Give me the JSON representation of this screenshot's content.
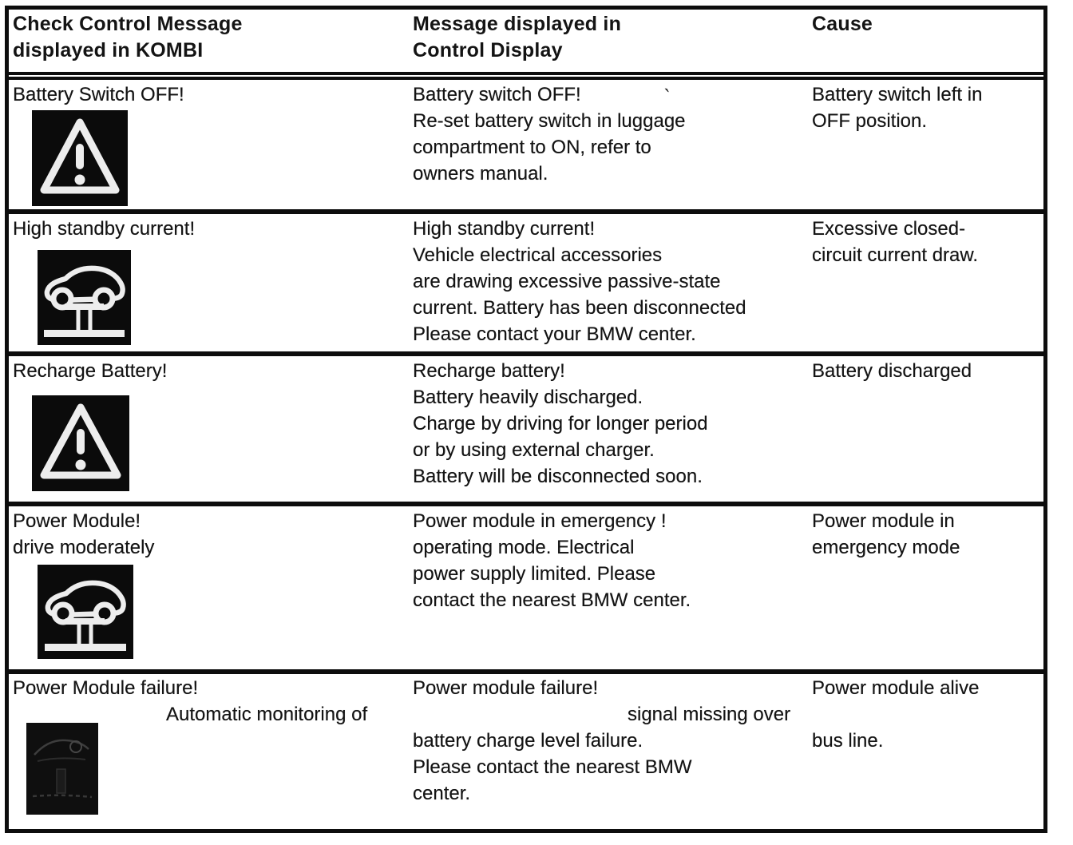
{
  "document": {
    "title_context": "Check Control message table",
    "colors": {
      "page_bg": "#ffffff",
      "ink": "#141414",
      "border": "#0d0d0d",
      "icon_bg": "#0b0b0b",
      "icon_stroke": "#ededed"
    },
    "header": {
      "col1": "Check Control Message\ndisplayed in KOMBI",
      "col2": "Message displayed in\nControl Display",
      "col3": "Cause"
    },
    "rows": [
      {
        "kombi": "Battery Switch OFF!",
        "icon": "warning-triangle-icon",
        "artifact_mark": "`",
        "display": "Battery switch OFF!\nRe-set battery switch in luggage\ncompartment to ON, refer to\nowners manual.",
        "cause": "Battery switch left in\nOFF position."
      },
      {
        "kombi": "High standby current!",
        "icon": "car-on-lift-icon",
        "display": "High standby current!\nVehicle electrical accessories\nare drawing excessive passive-state\ncurrent.  Battery has been disconnected\nPlease contact your BMW center.",
        "cause": "Excessive closed-\ncircuit current draw."
      },
      {
        "kombi": "Recharge Battery!",
        "icon": "warning-triangle-icon",
        "display": "Recharge battery!\nBattery heavily discharged.\nCharge by driving for longer period\nor by using external charger.\nBattery will be disconnected soon.",
        "cause": "Battery discharged"
      },
      {
        "kombi": "Power Module!\ndrive moderately",
        "icon": "car-on-lift-icon",
        "display": "Power module in emergency !\noperating mode.  Electrical\npower supply limited.  Please\ncontact the nearest BMW center.",
        "cause": "Power module in\nemergency mode"
      },
      {
        "kombi": "Power Module failure!",
        "icon": "faint-car-lift-icon",
        "display_line1": "Power module failure!",
        "offset_line_left": "Automatic monitoring of",
        "offset_line_right": "signal missing over",
        "display_rest": "battery charge level failure.\nPlease contact the nearest BMW\ncenter.",
        "cause_line1": "Power module alive",
        "cause_rest": "bus line."
      }
    ]
  }
}
